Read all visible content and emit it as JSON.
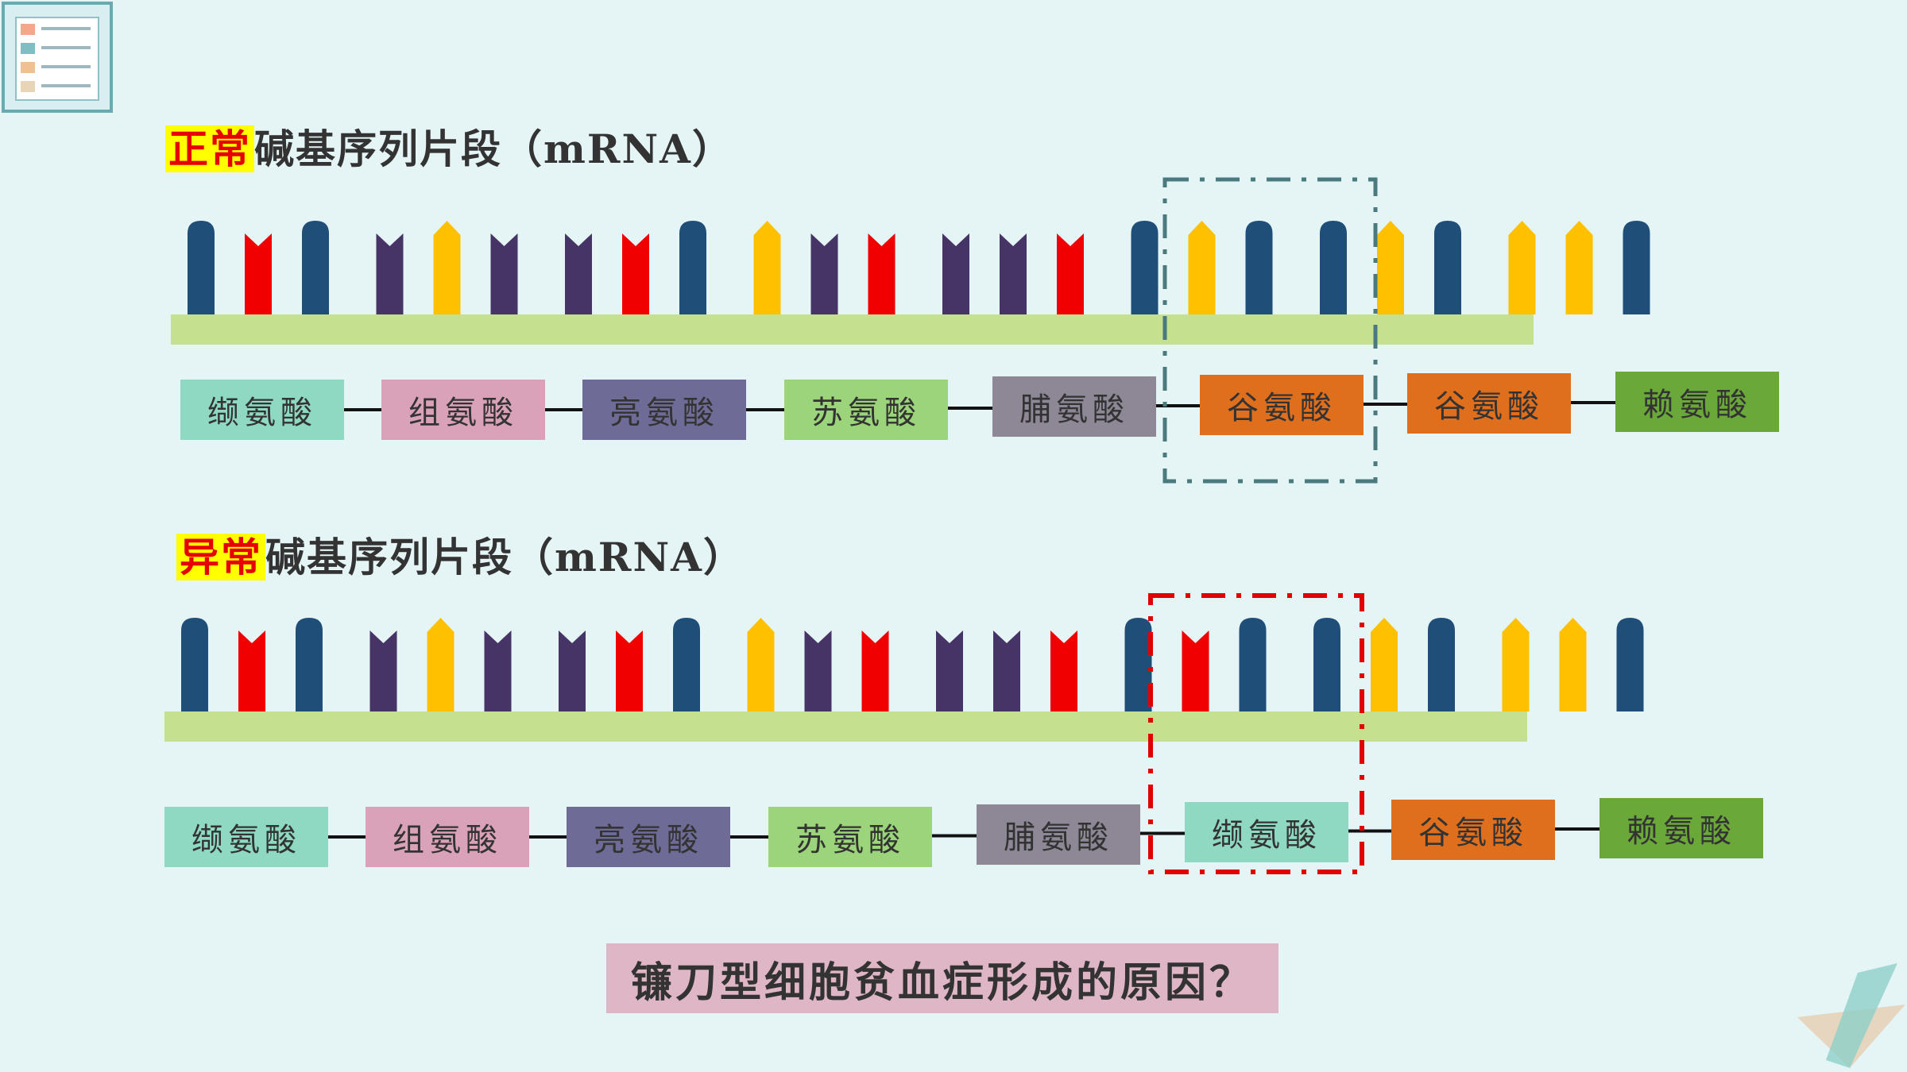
{
  "normal": {
    "highlight": "正常",
    "title_rest": "碱基序列片段（mRNA）",
    "amino_acids": [
      "缬氨酸",
      "组氨酸",
      "亮氨酸",
      "苏氨酸",
      "脯氨酸",
      "谷氨酸",
      "谷氨酸",
      "赖氨酸"
    ],
    "bases": [
      "U",
      "A",
      "U",
      "C",
      "G",
      "C",
      "C",
      "A",
      "U",
      "G",
      "C",
      "A",
      "C",
      "C",
      "A",
      "U",
      "G",
      "U",
      "U",
      "G",
      "U",
      "G",
      "G",
      "U"
    ]
  },
  "abnormal": {
    "highlight": "异常",
    "title_rest": "碱基序列片段（mRNA）",
    "amino_acids": [
      "缬氨酸",
      "组氨酸",
      "亮氨酸",
      "苏氨酸",
      "脯氨酸",
      "缬氨酸",
      "谷氨酸",
      "赖氨酸"
    ],
    "bases": [
      "U",
      "A",
      "U",
      "C",
      "G",
      "C",
      "C",
      "A",
      "U",
      "G",
      "C",
      "A",
      "C",
      "C",
      "A",
      "U",
      "A",
      "U",
      "U",
      "G",
      "U",
      "G",
      "G",
      "U"
    ]
  },
  "question": "镰刀型细胞贫血症形成的原因？",
  "colors": {
    "U": "#1f4e79",
    "A": "#f00000",
    "C": "#453465",
    "G": "#ffc000",
    "backbone": "#c5e08f",
    "normal_box_border": "#4a7a7e",
    "abnormal_box_border": "#e00000",
    "amino_colors": {
      "缬氨酸": "#8fd9c2",
      "组氨酸": "#d9a2b8",
      "亮氨酸": "#6e6c97",
      "苏氨酸": "#9bd47a",
      "脯氨酸": "#8d8796",
      "谷氨酸": "#e06f1d",
      "赖氨酸": "#6aa83a"
    }
  },
  "icons": [
    "clipboard-icon",
    "ruler-icon"
  ]
}
